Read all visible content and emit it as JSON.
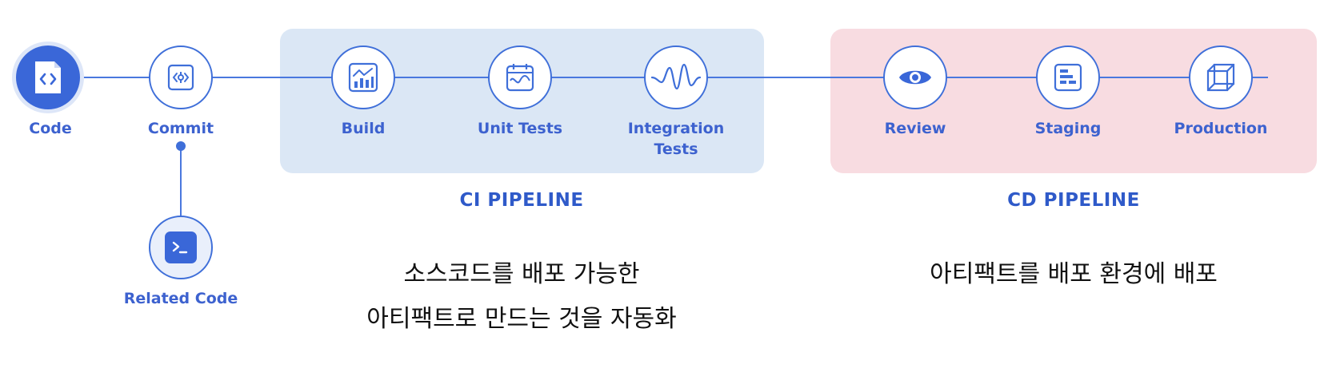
{
  "stages": {
    "code": "Code",
    "commit": "Commit",
    "related": "Related Code",
    "build": "Build",
    "unit": "Unit Tests",
    "integration_l1": "Integration",
    "integration_l2": "Tests",
    "review": "Review",
    "staging": "Staging",
    "production": "Production"
  },
  "pipelines": {
    "ci_title": "CI PIPELINE",
    "cd_title": "CD PIPELINE"
  },
  "captions": {
    "ci_line1": "소스코드를 배포 가능한",
    "ci_line2": "아티팩트로 만드는 것을 자동화",
    "cd_line1": "아티팩트를 배포 환경에 배포"
  },
  "colors": {
    "accent": "#3f6fd9",
    "ci_panel": "#dbe7f5",
    "cd_panel": "#f8dce1"
  }
}
